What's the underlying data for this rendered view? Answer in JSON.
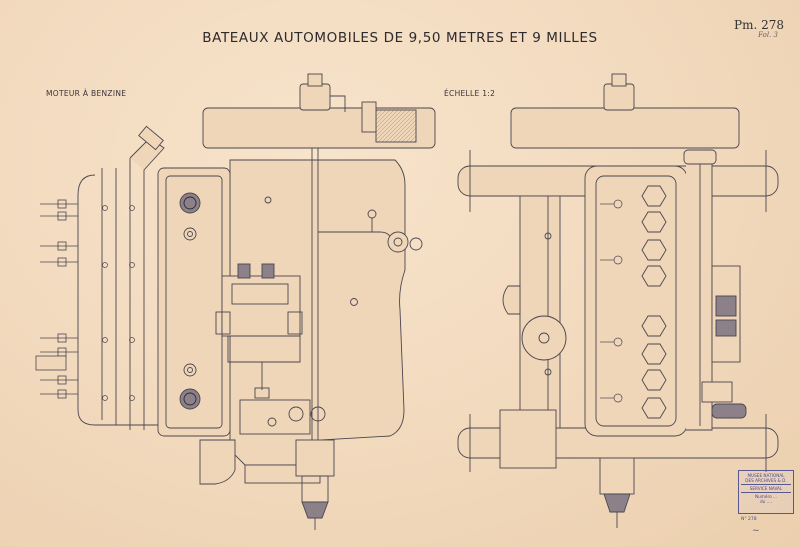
{
  "title": "BATEAUX AUTOMOBILES DE 9,50 METRES ET 9 MILLES",
  "reference": "Pm. 278",
  "reference_sub": "Fol. 3",
  "view_left_label": "MOTEUR À BENZINE",
  "scale_label": "ÉCHELLE 1:2",
  "stamp": {
    "lines": [
      "MUSÉE NATIONAL",
      "DES ARCHIVES & D.",
      "SERVICE NAVAL",
      "",
      "Numéro ...",
      "du ...."
    ],
    "foot": "N° 278"
  },
  "colors": {
    "paper": "#f3dcc0",
    "ink": "#4b4650",
    "shade": "#d9c6ae",
    "stamp": "#5a5890"
  }
}
